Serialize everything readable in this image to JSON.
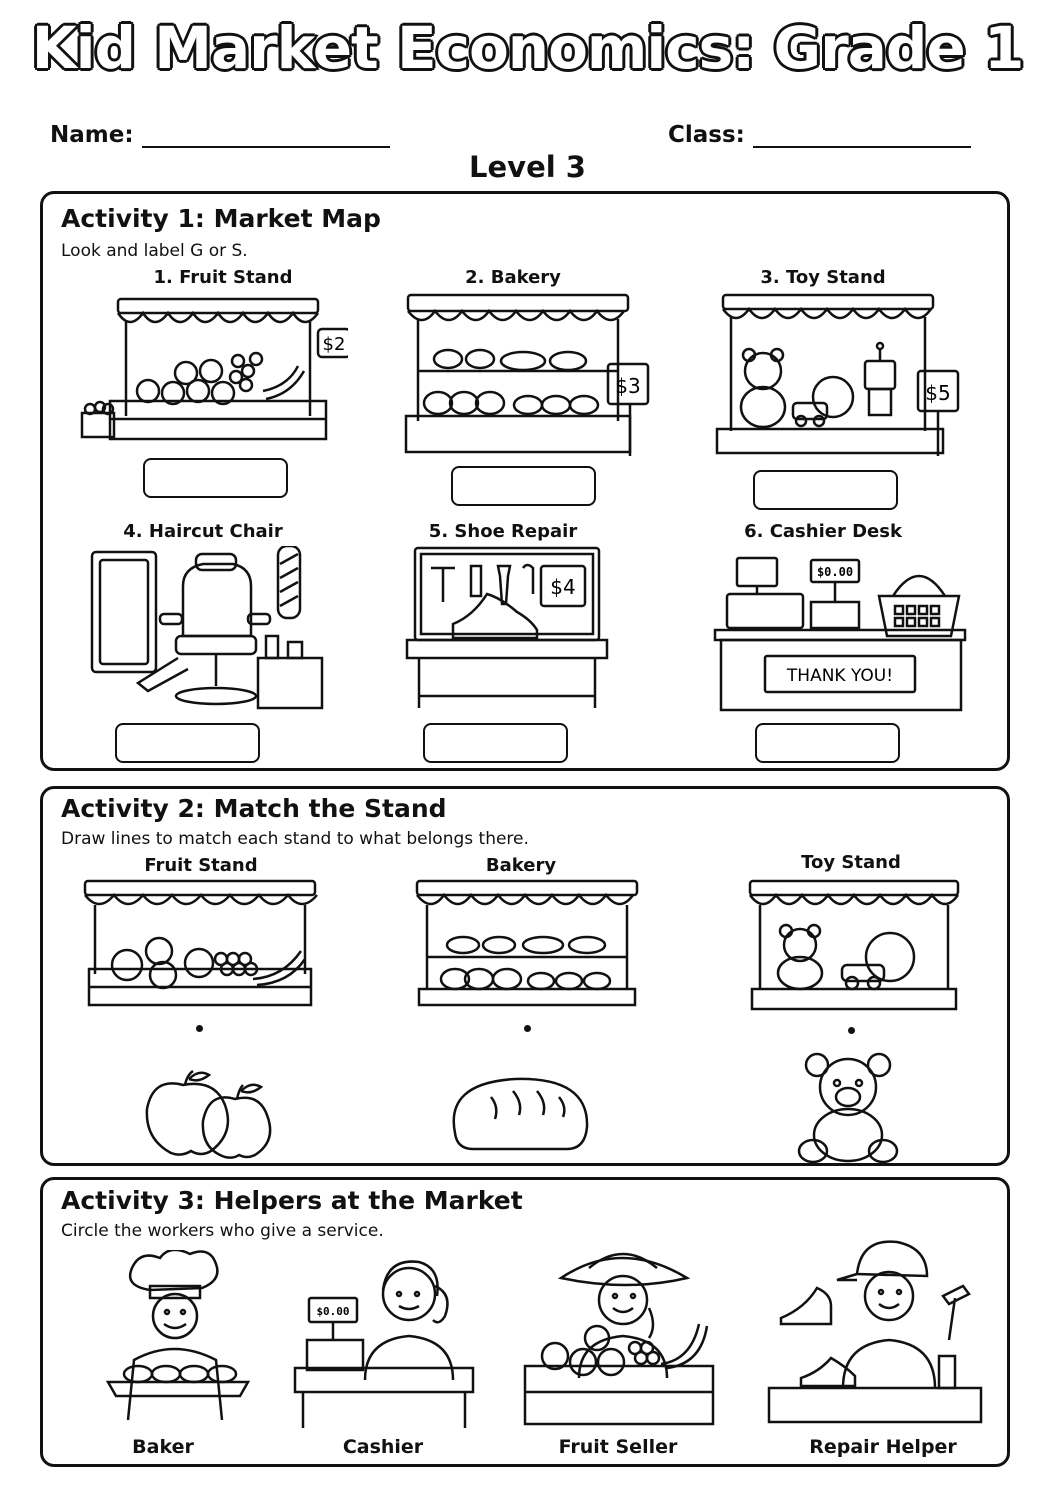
{
  "title": "Kid Market Economics: Grade 1",
  "name_label": "Name:",
  "class_label": "Class:",
  "level": "Level 3",
  "activity1": {
    "title": "Activity 1:  Market Map",
    "instruction": "Look and label G or S.",
    "items": [
      {
        "label": "1. Fruit Stand",
        "price": "$2"
      },
      {
        "label": "2. Bakery",
        "price": "$3"
      },
      {
        "label": "3. Toy Stand",
        "price": "$5"
      },
      {
        "label": "4. Haircut Chair"
      },
      {
        "label": "5. Shoe Repair",
        "price": "$4"
      },
      {
        "label": "6. Cashier Desk",
        "register": "$0.00",
        "sign": "THANK YOU!"
      }
    ]
  },
  "activity2": {
    "title": "Activity 2:  Match the Stand",
    "instruction": "Draw lines to match each stand to what belongs there.",
    "stands": [
      "Fruit Stand",
      "Bakery",
      "Toy Stand"
    ]
  },
  "activity3": {
    "title": "Activity 3:  Helpers at the Market",
    "instruction": "Circle the workers who give a service.",
    "workers": [
      "Baker",
      "Cashier",
      "Fruit Seller",
      "Repair Helper"
    ],
    "register": "$0.00"
  }
}
